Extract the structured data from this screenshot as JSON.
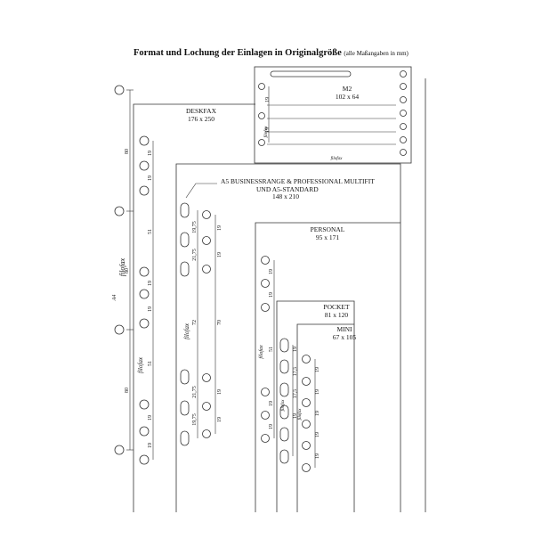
{
  "title": {
    "main": "Format und Lochung der Einlagen in Originalgröße",
    "note": "(alle Maßangaben in mm)"
  },
  "brand": "filofax",
  "side_label": "A4",
  "formats": [
    {
      "id": "deskfax",
      "name": "DESKFAX",
      "dims": "176 x 250"
    },
    {
      "id": "a5",
      "name": "A5 BUSINESSRANGE & PROFESSIONAL MULTIFIT",
      "name2": "UND A5-STANDARD",
      "dims": "148 x 210"
    },
    {
      "id": "personal",
      "name": "PERSONAL",
      "dims": "95 x 171"
    },
    {
      "id": "pocket",
      "name": "POCKET",
      "dims": "81 x 120"
    },
    {
      "id": "mini",
      "name": "MINI",
      "dims": "67 x 105"
    },
    {
      "id": "m2",
      "name": "M2",
      "dims": "102 x 64"
    }
  ],
  "spacings": {
    "a4": [
      "80",
      "80",
      "80"
    ],
    "deskfax": [
      "19",
      "19",
      "51",
      "19",
      "19",
      "51",
      "19",
      "19"
    ],
    "a5_left": [
      "19,75",
      "21,75",
      "72",
      "21,75",
      "19,75"
    ],
    "a5_right": [
      "19",
      "19",
      "19",
      "19"
    ],
    "a5_mid": "70",
    "personal": [
      "19",
      "19",
      "51",
      "19",
      "19"
    ],
    "pocket": [
      "19",
      "17,5",
      "17,5",
      "19"
    ],
    "mini": [
      "19",
      "19",
      "19",
      "19",
      "19"
    ],
    "m2": [
      "19",
      "19"
    ]
  }
}
